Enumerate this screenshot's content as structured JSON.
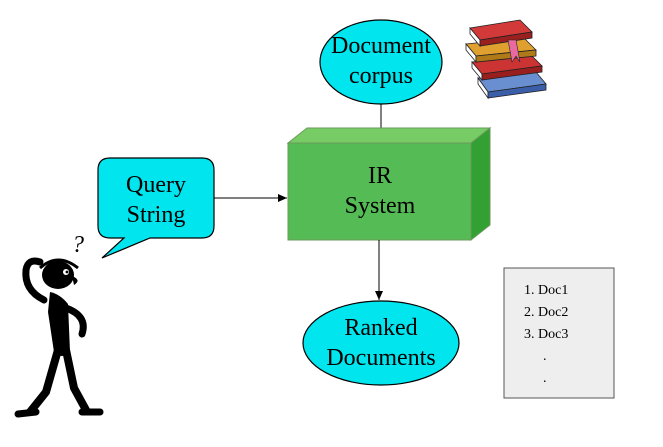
{
  "nodes": {
    "corpus": {
      "line1": "Document",
      "line2": "corpus"
    },
    "query": {
      "line1": "Query",
      "line2": "String"
    },
    "ir": {
      "line1": "IR",
      "line2": "System"
    },
    "ranked": {
      "line1": "Ranked",
      "line2": "Documents"
    }
  },
  "ranked_list": [
    "1. Doc1",
    "2. Doc2",
    "3. Doc3",
    ".",
    "."
  ],
  "person": {
    "thought": "?"
  },
  "colors": {
    "ellipse_fill": "#00e5ee",
    "box_front": "#55bb55",
    "box_top": "#77cc66",
    "box_side": "#33a033",
    "list_bg": "#eeeeee"
  }
}
